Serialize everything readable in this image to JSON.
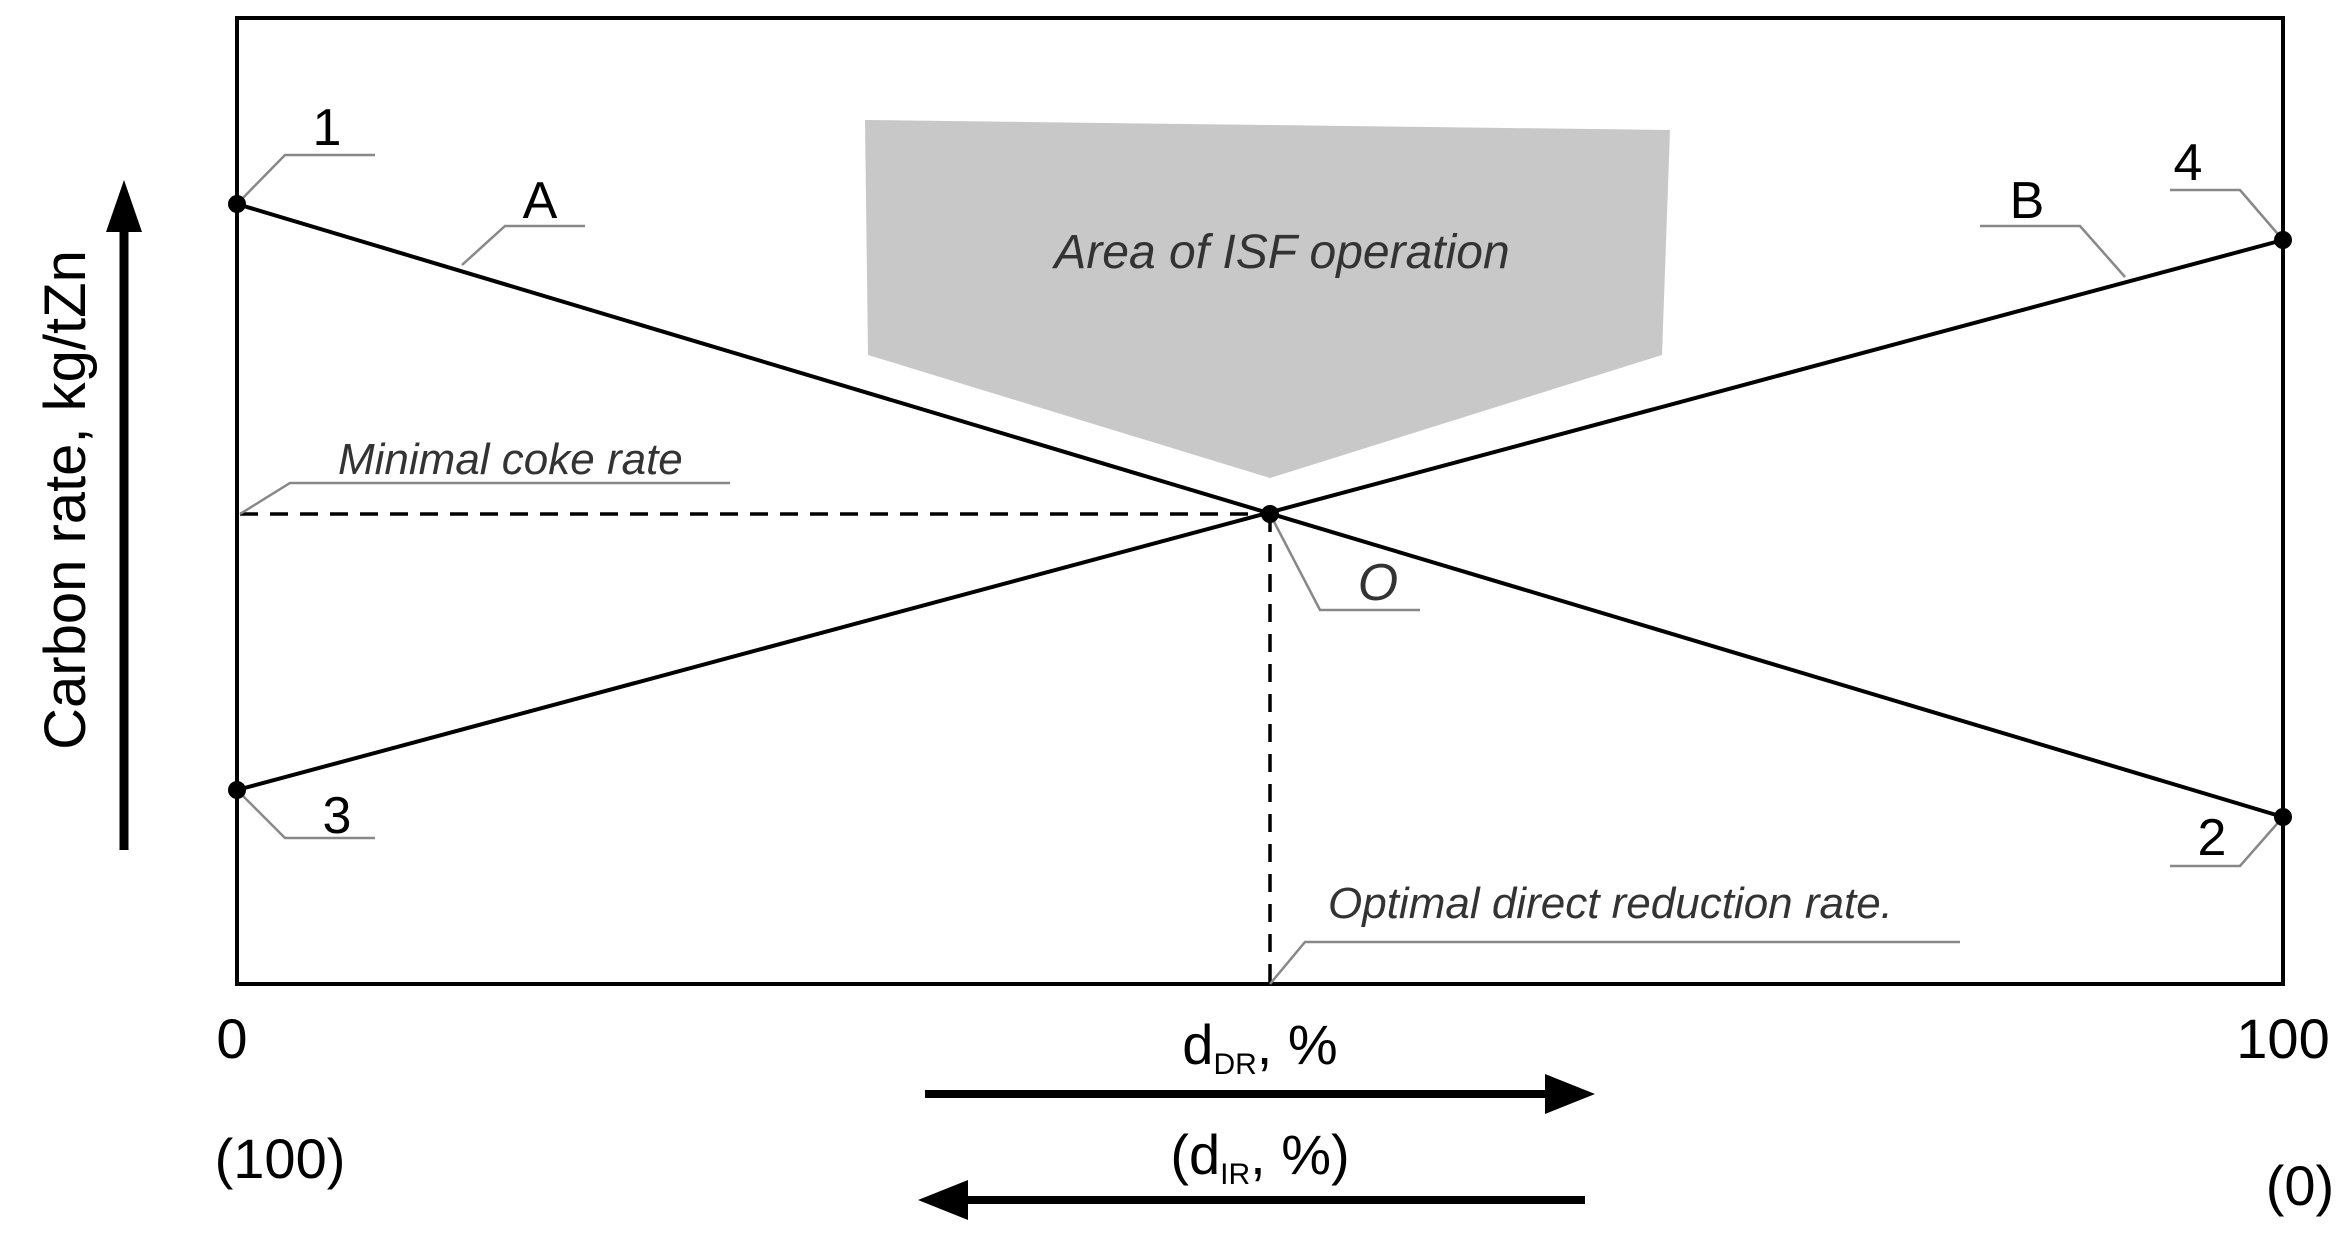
{
  "diagram": {
    "y_axis_label": "Carbon rate, kg/tZn",
    "shaded_area_label": "Area of ISF operation",
    "minimal_coke_label": "Minimal coke rate",
    "optimal_label": "Optimal direct reduction rate.",
    "x_tick_left": "0",
    "x_tick_right": "100",
    "x_tick_left_alt": "(100)",
    "x_tick_right_alt": "(0)",
    "x_axis_main": {
      "prefix": "d",
      "sub": "DR",
      "suffix": ", %"
    },
    "x_axis_alt": {
      "prefix": "(d",
      "sub": "IR",
      "suffix": ", %)"
    },
    "line_a_label": "A",
    "line_b_label": "B",
    "point_1_label": "1",
    "point_2_label": "2",
    "point_3_label": "3",
    "point_4_label": "4",
    "point_o_label": "O"
  }
}
